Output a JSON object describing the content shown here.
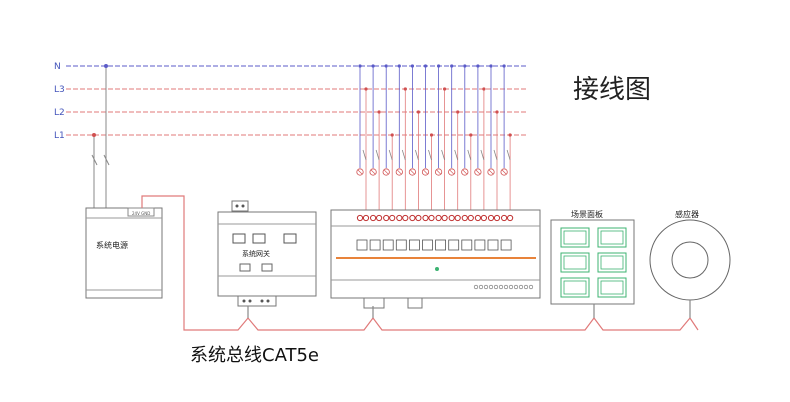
{
  "title": "接线图",
  "bus_lines": [
    "N",
    "L3",
    "L2",
    "L1"
  ],
  "labels": {
    "power_supply": "系统电源",
    "gateway": "系统网关",
    "scene_panel": "场景面板",
    "sensor": "感应器",
    "bus_cable": "系统总线CAT5e"
  },
  "colors": {
    "bus_n": "#5b5bc8",
    "bus_l": "#e07a7a",
    "bus_cable": "#e07a7a",
    "device_outline": "#777777",
    "panel_button": "#3cb371",
    "relay_strip": "#e8833a"
  },
  "relay_channel_count": 12
}
